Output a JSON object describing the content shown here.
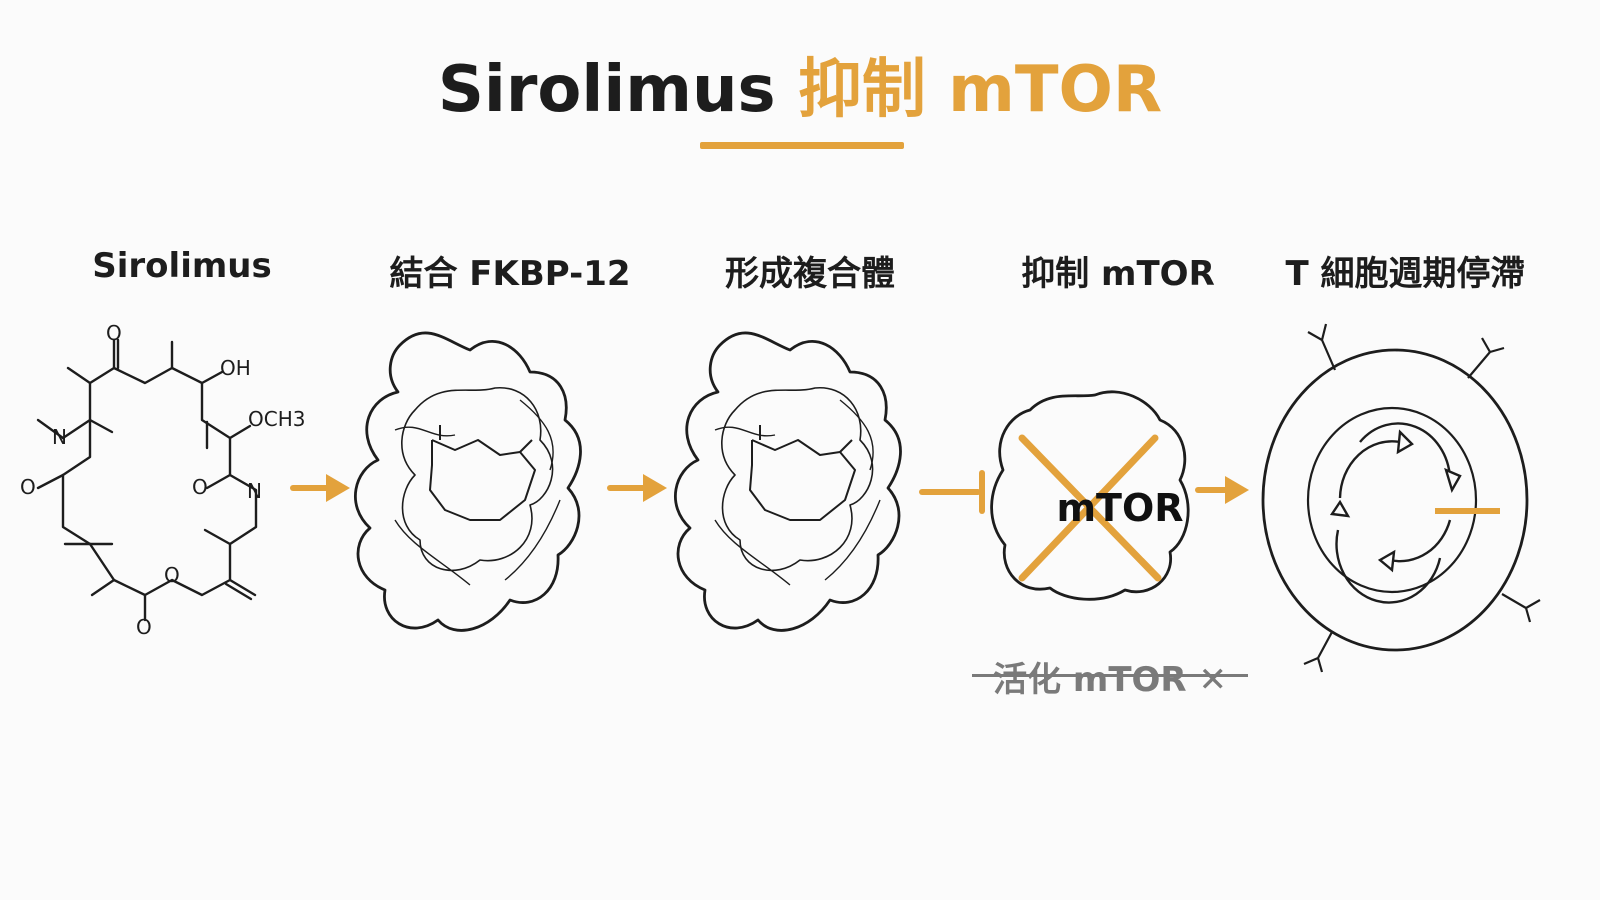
{
  "title": {
    "main": "Sirolimus ",
    "accent": "抑制 mTOR"
  },
  "steps": [
    {
      "label": "Sirolimus"
    },
    {
      "label": "結合 FKBP-12"
    },
    {
      "label": "形成複合體"
    },
    {
      "label": "抑制 mTOR"
    },
    {
      "label": "T 細胞週期停滯"
    }
  ],
  "molecule": {
    "labels": [
      "O",
      "OH",
      "OCH3",
      "N",
      "O",
      "O",
      "N",
      "O",
      "O"
    ]
  },
  "mtor": {
    "label": "mTOR",
    "inactive_label": "活化 mTOR ✕"
  },
  "colors": {
    "accent": "#e3a23c",
    "ink": "#1d1d1d",
    "muted": "#7a7a7a"
  }
}
